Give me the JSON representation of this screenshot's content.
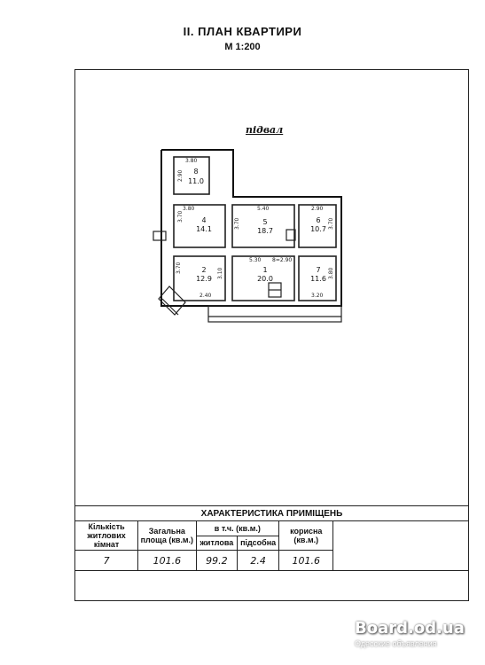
{
  "header": {
    "title": "II. ПЛАН КВАРТИРИ",
    "scale": "М 1:200"
  },
  "plan": {
    "floor_label": "підвал",
    "rooms": [
      {
        "number": "8",
        "area": "11.0"
      },
      {
        "number": "4",
        "area": "14.1"
      },
      {
        "number": "5",
        "area": "18.7"
      },
      {
        "number": "6",
        "area": "10.7"
      },
      {
        "number": "2",
        "area": "12.9"
      },
      {
        "number": "1",
        "area": "20.0"
      },
      {
        "number": "7",
        "area": "11.6"
      }
    ],
    "dimensions": [
      "3.80",
      "2.90",
      "3.80",
      "3.70",
      "5.40",
      "3.70",
      "2.90",
      "3.70",
      "3.70",
      "5.30",
      "8=2.90",
      "3.80",
      "3.10",
      "2.40",
      "3.20"
    ]
  },
  "characteristics": {
    "title": "ХАРАКТЕРИСТИКА ПРИМІЩЕНЬ",
    "columns": {
      "rooms_count": "Кількість житлових кімнат",
      "total_area": "Загальна площа (кв.м.)",
      "including": "в т.ч. (кв.м.)",
      "living": "житлова",
      "auxiliary": "підсобна",
      "useful": "корисна (кв.м.)"
    },
    "values": {
      "rooms_count": "7",
      "total_area": "101.6",
      "living": "99.2",
      "auxiliary": "2.4",
      "useful": "101.6"
    }
  },
  "watermark": {
    "logo": "Board.od.ua",
    "subtitle": "Одесские объявления"
  }
}
